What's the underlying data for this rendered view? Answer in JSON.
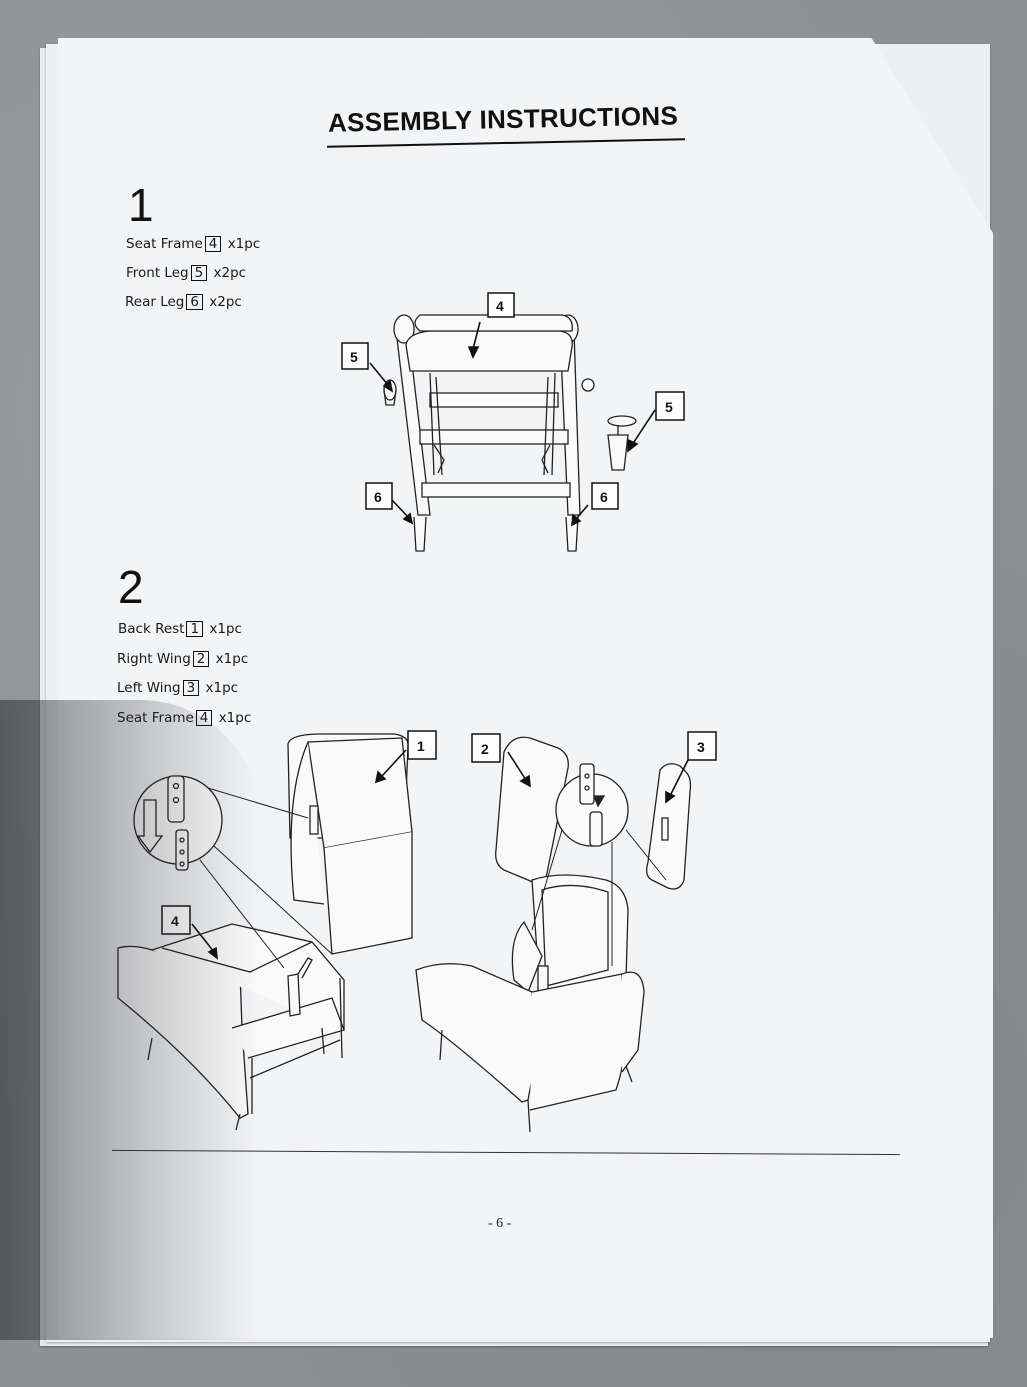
{
  "title": "ASSEMBLY INSTRUCTIONS",
  "step1": {
    "number": "1",
    "parts": [
      {
        "name": "Seat Frame",
        "id": "4",
        "qty": "x1pc"
      },
      {
        "name": "Front Leg",
        "id": "5",
        "qty": "x2pc"
      },
      {
        "name": "Rear Leg",
        "id": "6",
        "qty": "x2pc"
      }
    ],
    "callouts": [
      "4",
      "5",
      "5",
      "6",
      "6"
    ]
  },
  "step2": {
    "number": "2",
    "parts": [
      {
        "name": "Back Rest",
        "id": "1",
        "qty": "x1pc"
      },
      {
        "name": "Right Wing",
        "id": "2",
        "qty": "x1pc"
      },
      {
        "name": "Left Wing",
        "id": "3",
        "qty": "x1pc"
      },
      {
        "name": "Seat Frame",
        "id": "4",
        "qty": "x1pc"
      }
    ],
    "callouts": [
      "1",
      "2",
      "3",
      "4"
    ]
  },
  "page_number": "- 6 -"
}
